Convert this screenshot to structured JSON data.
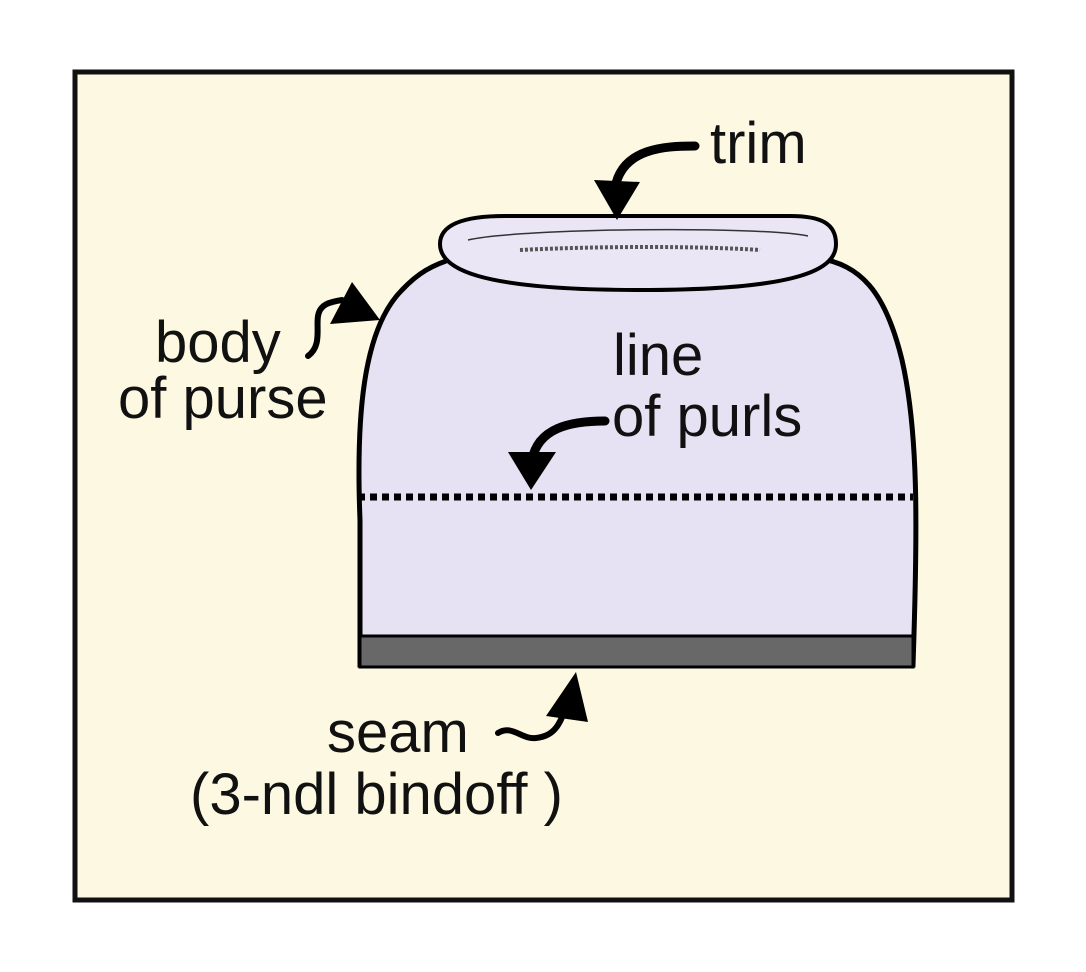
{
  "colors": {
    "background": "#fdf8e1",
    "frame_stroke": "#111111",
    "purse_fill": "#e6e1f3",
    "seam_fill": "#686868",
    "trim_fill": "#ebe6f5",
    "outline": "#000000"
  },
  "labels": {
    "trim": "trim",
    "body_line1": "body",
    "body_line2": "of purse",
    "purls_line1": "line",
    "purls_line2": "of purls",
    "seam_line1": "seam",
    "seam_line2": "(3-ndl bindoff )"
  },
  "icons": {
    "trim_arrow": "curved-arrow-down-icon",
    "body_arrow": "squiggle-arrow-up-right-icon",
    "purls_arrow": "curved-arrow-down-icon",
    "seam_arrow": "squiggle-arrow-up-right-icon"
  }
}
